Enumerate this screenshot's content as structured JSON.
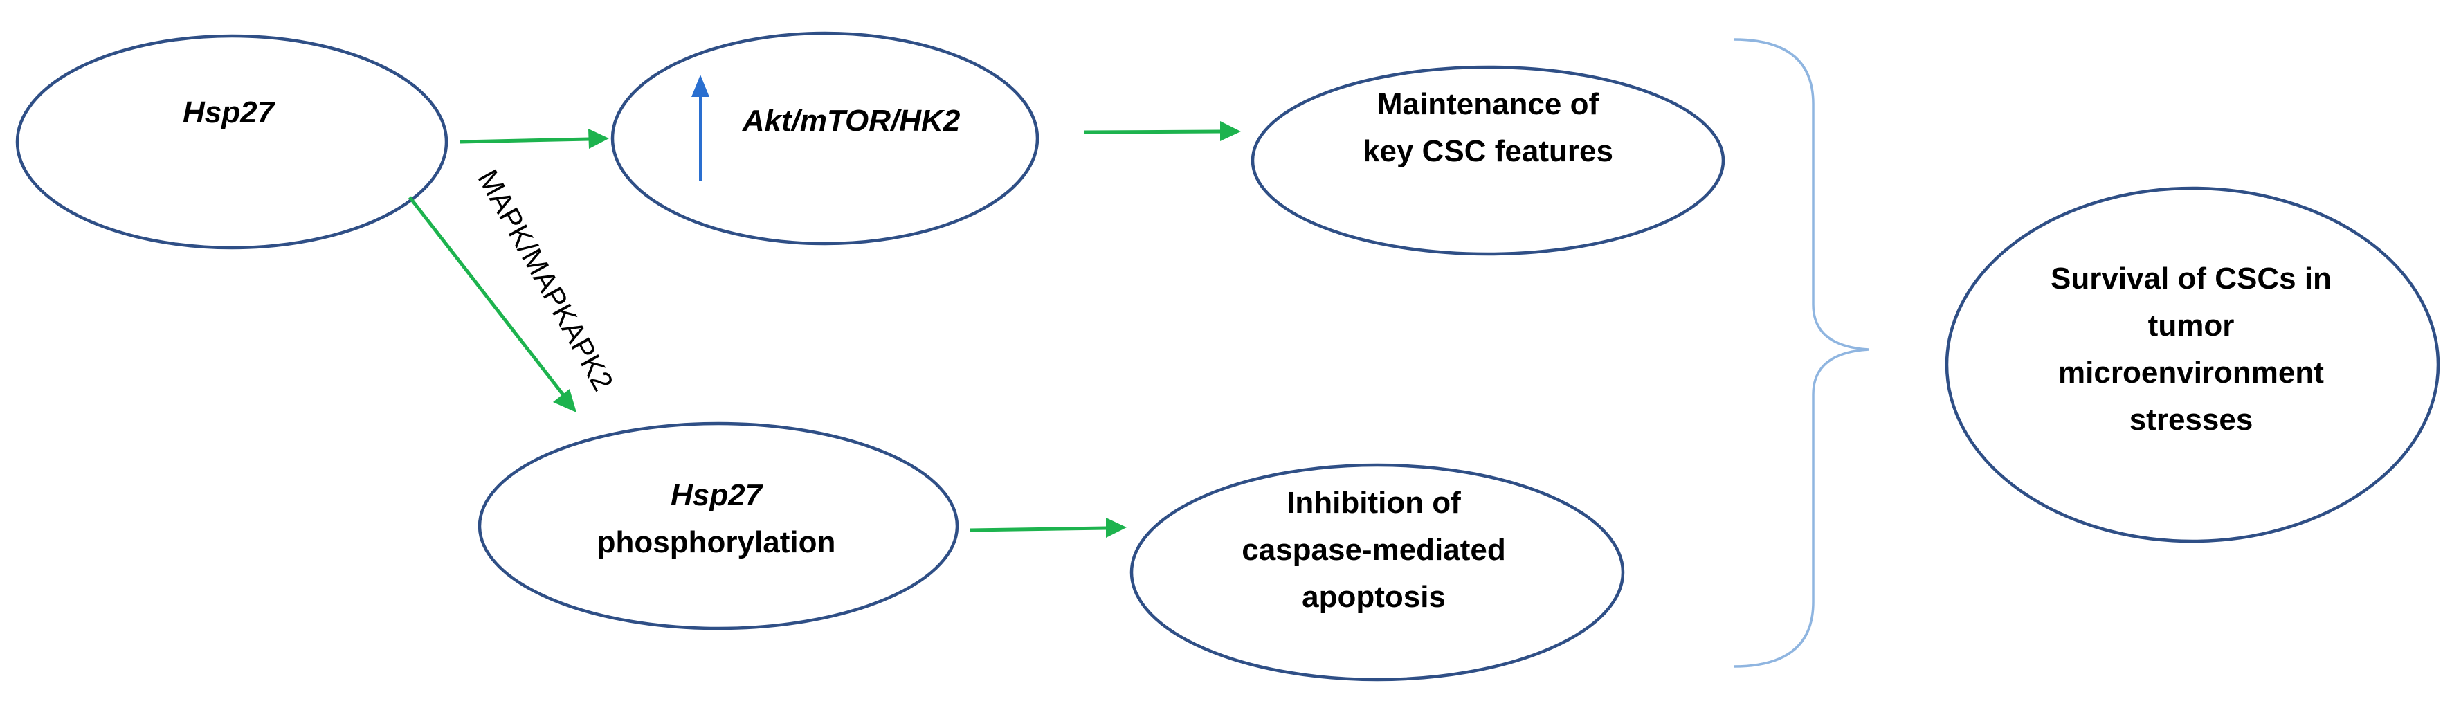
{
  "nodes": {
    "hsp27": {
      "label": "Hsp27"
    },
    "akt": {
      "label": "Akt/mTOR/HK2",
      "indicator": "up-arrow-icon"
    },
    "maintenance": {
      "line1": "Maintenance of",
      "line2": "key CSC features"
    },
    "phospho": {
      "line1": "Hsp27",
      "line2": "phosphorylation"
    },
    "inhibition": {
      "line1": "Inhibition of",
      "line2": "caspase-mediated",
      "line3": "apoptosis"
    },
    "survival": {
      "line1": "Survival of CSCs in",
      "line2": "tumor",
      "line3": "microenvironment",
      "line4": "stresses"
    }
  },
  "edges": [
    {
      "from": "hsp27",
      "to": "akt",
      "label": ""
    },
    {
      "from": "akt",
      "to": "maintenance",
      "label": ""
    },
    {
      "from": "hsp27",
      "to": "phospho",
      "label": "MAPK/MAPKAPK2"
    },
    {
      "from": "phospho",
      "to": "inhibition",
      "label": ""
    }
  ],
  "grouping": {
    "members": [
      "maintenance",
      "inhibition"
    ],
    "leads_to": "survival",
    "shape": "right-brace"
  },
  "colors": {
    "node_border": "#2f4f86",
    "arrow": "#1db34e",
    "up_arrow": "#2a6fd0",
    "brace": "#8fb5e0"
  }
}
